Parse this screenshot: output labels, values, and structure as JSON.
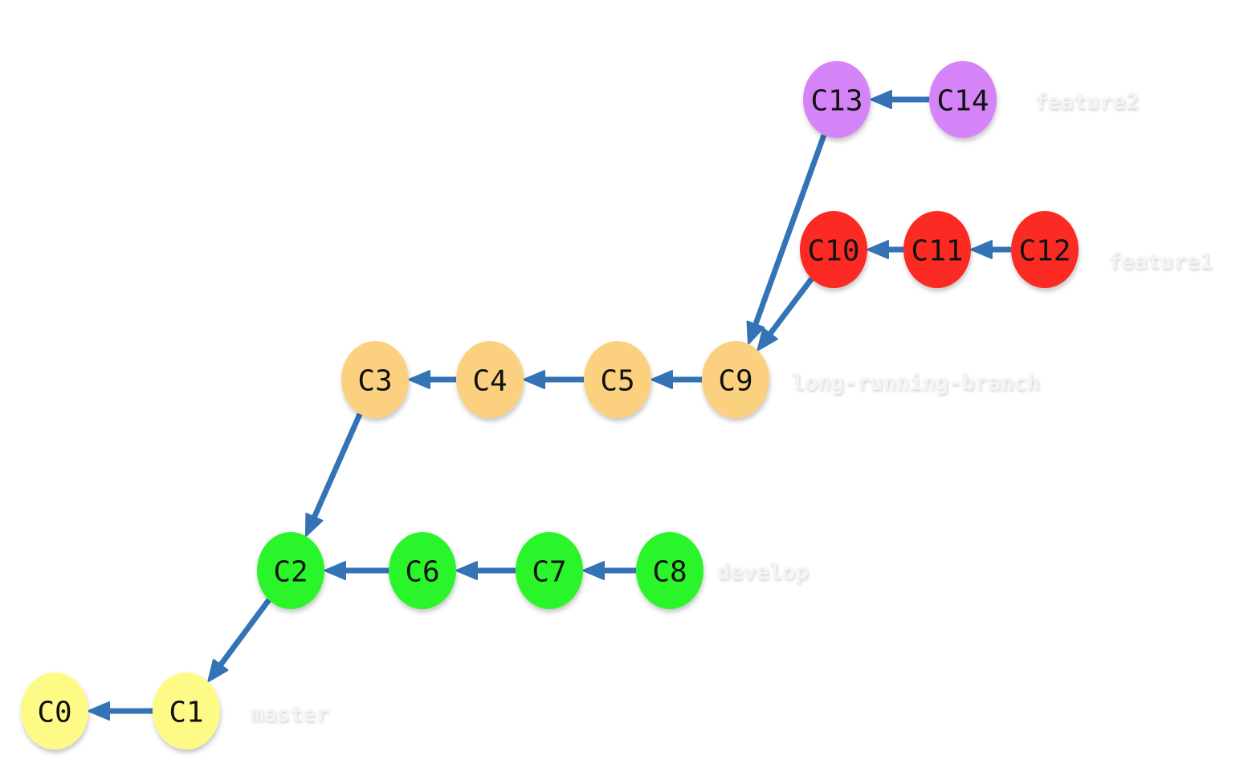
{
  "colors": {
    "arrow": "#3473b6",
    "master": "#fdfb86",
    "develop": "#2cf52c",
    "long_running": "#fbd17f",
    "feature1": "#fb2a21",
    "feature2": "#d584f7",
    "branch_label": "#f4f4f4"
  },
  "commits": [
    {
      "id": "C0",
      "label": "C0",
      "branch": "master"
    },
    {
      "id": "C1",
      "label": "C1",
      "branch": "master"
    },
    {
      "id": "C2",
      "label": "C2",
      "branch": "develop"
    },
    {
      "id": "C6",
      "label": "C6",
      "branch": "develop"
    },
    {
      "id": "C7",
      "label": "C7",
      "branch": "develop"
    },
    {
      "id": "C8",
      "label": "C8",
      "branch": "develop"
    },
    {
      "id": "C3",
      "label": "C3",
      "branch": "long_running"
    },
    {
      "id": "C4",
      "label": "C4",
      "branch": "long_running"
    },
    {
      "id": "C5",
      "label": "C5",
      "branch": "long_running"
    },
    {
      "id": "C9",
      "label": "C9",
      "branch": "long_running"
    },
    {
      "id": "C10",
      "label": "C10",
      "branch": "feature1"
    },
    {
      "id": "C11",
      "label": "C11",
      "branch": "feature1"
    },
    {
      "id": "C12",
      "label": "C12",
      "branch": "feature1"
    },
    {
      "id": "C13",
      "label": "C13",
      "branch": "feature2"
    },
    {
      "id": "C14",
      "label": "C14",
      "branch": "feature2"
    }
  ],
  "edges": [
    {
      "from": "C1",
      "to": "C0"
    },
    {
      "from": "C2",
      "to": "C1"
    },
    {
      "from": "C6",
      "to": "C2"
    },
    {
      "from": "C7",
      "to": "C6"
    },
    {
      "from": "C8",
      "to": "C7"
    },
    {
      "from": "C3",
      "to": "C2"
    },
    {
      "from": "C4",
      "to": "C3"
    },
    {
      "from": "C5",
      "to": "C4"
    },
    {
      "from": "C9",
      "to": "C5"
    },
    {
      "from": "C10",
      "to": "C9"
    },
    {
      "from": "C11",
      "to": "C10"
    },
    {
      "from": "C12",
      "to": "C11"
    },
    {
      "from": "C13",
      "to": "C9"
    },
    {
      "from": "C14",
      "to": "C13"
    }
  ],
  "branch_labels": {
    "master": "master",
    "develop": "develop",
    "long_running": "long-running-branch",
    "feature1": "feature1",
    "feature2": "feature2"
  }
}
